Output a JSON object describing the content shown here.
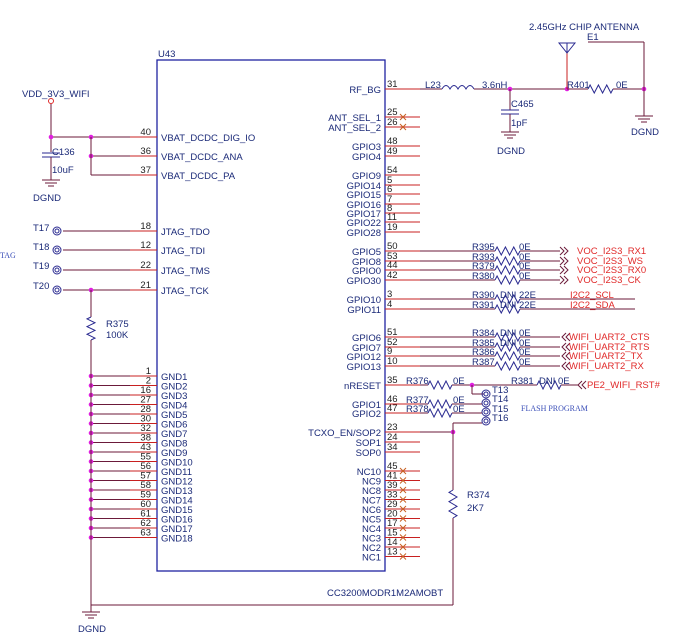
{
  "colors": {
    "box": "#1f23a0",
    "pin": "#c82020",
    "wire": "#6b1a3a",
    "junction": "#e020e0",
    "net_label": "#e02a2a"
  },
  "ic": {
    "ref": "U43",
    "part": "CC3200MODR1M2AMOBT",
    "left_pins": [
      {
        "name": "VBAT_DCDC_DIG_IO",
        "num": "40"
      },
      {
        "name": "VBAT_DCDC_ANA",
        "num": "36"
      },
      {
        "name": "VBAT_DCDC_PA",
        "num": "37"
      },
      {
        "name": "JTAG_TDO",
        "num": "18"
      },
      {
        "name": "JTAG_TDI",
        "num": "12"
      },
      {
        "name": "JTAG_TMS",
        "num": "22"
      },
      {
        "name": "JTAG_TCK",
        "num": "21"
      },
      {
        "name": "GND1",
        "num": "1"
      },
      {
        "name": "GND2",
        "num": "2"
      },
      {
        "name": "GND3",
        "num": "16"
      },
      {
        "name": "GND4",
        "num": "27"
      },
      {
        "name": "GND5",
        "num": "28"
      },
      {
        "name": "GND6",
        "num": "30"
      },
      {
        "name": "GND7",
        "num": "32"
      },
      {
        "name": "GND8",
        "num": "38"
      },
      {
        "name": "GND9",
        "num": "43"
      },
      {
        "name": "GND10",
        "num": "55"
      },
      {
        "name": "GND11",
        "num": "56"
      },
      {
        "name": "GND12",
        "num": "57"
      },
      {
        "name": "GND13",
        "num": "58"
      },
      {
        "name": "GND14",
        "num": "59"
      },
      {
        "name": "GND15",
        "num": "60"
      },
      {
        "name": "GND16",
        "num": "61"
      },
      {
        "name": "GND17",
        "num": "62"
      },
      {
        "name": "GND18",
        "num": "63"
      }
    ],
    "right_pins": [
      {
        "name": "RF_BG",
        "num": "31"
      },
      {
        "name": "ANT_SEL_1",
        "num": "25"
      },
      {
        "name": "ANT_SEL_2",
        "num": "26"
      },
      {
        "name": "GPIO3",
        "num": "48"
      },
      {
        "name": "GPIO4",
        "num": "49"
      },
      {
        "name": "GPIO9",
        "num": "54"
      },
      {
        "name": "GPIO14",
        "num": "5"
      },
      {
        "name": "GPIO15",
        "num": "6"
      },
      {
        "name": "GPIO16",
        "num": "7"
      },
      {
        "name": "GPIO17",
        "num": "8"
      },
      {
        "name": "GPIO22",
        "num": "11"
      },
      {
        "name": "GPIO28",
        "num": "19"
      },
      {
        "name": "GPIO5",
        "num": "50"
      },
      {
        "name": "GPIO8",
        "num": "53"
      },
      {
        "name": "GPIO0",
        "num": "44"
      },
      {
        "name": "GPIO30",
        "num": "42"
      },
      {
        "name": "GPIO10",
        "num": "3"
      },
      {
        "name": "GPIO11",
        "num": "4"
      },
      {
        "name": "GPIO6",
        "num": "51"
      },
      {
        "name": "GPIO7",
        "num": "52"
      },
      {
        "name": "GPIO12",
        "num": "9"
      },
      {
        "name": "GPIO13",
        "num": "10"
      },
      {
        "name": "nRESET",
        "num": "35"
      },
      {
        "name": "GPIO1",
        "num": "46"
      },
      {
        "name": "GPIO2",
        "num": "47"
      },
      {
        "name": "TCXO_EN/SOP2",
        "num": "23"
      },
      {
        "name": "SOP1",
        "num": "24"
      },
      {
        "name": "SOP0",
        "num": "34"
      },
      {
        "name": "NC10",
        "num": "45"
      },
      {
        "name": "NC9",
        "num": "41"
      },
      {
        "name": "NC8",
        "num": "39"
      },
      {
        "name": "NC7",
        "num": "33"
      },
      {
        "name": "NC6",
        "num": "29"
      },
      {
        "name": "NC5",
        "num": "20"
      },
      {
        "name": "NC4",
        "num": "17"
      },
      {
        "name": "NC3",
        "num": "15"
      },
      {
        "name": "NC2",
        "num": "14"
      },
      {
        "name": "NC1",
        "num": "13"
      }
    ]
  },
  "power": {
    "net": "VDD_3V3_WIFI",
    "gnd": "DGND"
  },
  "c136": {
    "ref": "C136",
    "value": "10uF"
  },
  "c465": {
    "ref": "C465",
    "value": "1pF"
  },
  "l23": {
    "ref": "L23",
    "value": "3.6nH"
  },
  "r401": {
    "ref": "R401",
    "value": "0E"
  },
  "antenna": {
    "title": "2.45GHz CHIP ANTENNA",
    "ref": "E1"
  },
  "r375": {
    "ref": "R375",
    "value": "100K"
  },
  "r374": {
    "ref": "R374",
    "value": "2K7"
  },
  "jtag_tps": [
    "T17",
    "T18",
    "T19",
    "T20"
  ],
  "jtag_note": "TAG",
  "series": [
    {
      "ref": "R395",
      "value": "0E",
      "dni": "",
      "net": "VOC_I2S3_RX1",
      "dir": "out"
    },
    {
      "ref": "R393",
      "value": "0E",
      "dni": "",
      "net": "VOC_I2S3_WS",
      "dir": "out"
    },
    {
      "ref": "R379",
      "value": "0E",
      "dni": "",
      "net": "VOC_I2S3_RX0",
      "dir": "out"
    },
    {
      "ref": "R380",
      "value": "0E",
      "dni": "",
      "net": "VOC_I2S3_CK",
      "dir": "out"
    },
    {
      "ref": "R390",
      "value": "22E",
      "dni": "DNI",
      "net": "I2C2_SCL",
      "dir": "none"
    },
    {
      "ref": "R391",
      "value": "22E",
      "dni": "DNI",
      "net": "I2C2_SDA",
      "dir": "none"
    },
    {
      "ref": "R384",
      "value": "0E",
      "dni": "DNI",
      "net": "WIFI_UART2_CTS",
      "dir": "in"
    },
    {
      "ref": "R385",
      "value": "0E",
      "dni": "DNI",
      "net": "WIFI_UART2_RTS",
      "dir": "in"
    },
    {
      "ref": "R386",
      "value": "0E",
      "dni": "",
      "net": "WIFI_UART2_TX",
      "dir": "in"
    },
    {
      "ref": "R387",
      "value": "0E",
      "dni": "",
      "net": "WIFI_UART2_RX",
      "dir": "in"
    }
  ],
  "reset": {
    "r376": {
      "ref": "R376",
      "value": "0E"
    },
    "r381": {
      "ref": "R381",
      "value": "0E",
      "dni": "DNI"
    },
    "net": "PE2_WIFI_RST#"
  },
  "flash": {
    "r377": {
      "ref": "R377",
      "value": "0E"
    },
    "r378": {
      "ref": "R378",
      "value": "0E"
    },
    "tps": [
      "T13",
      "T14",
      "T15",
      "T16"
    ],
    "note": "FLASH PROGRAM"
  }
}
